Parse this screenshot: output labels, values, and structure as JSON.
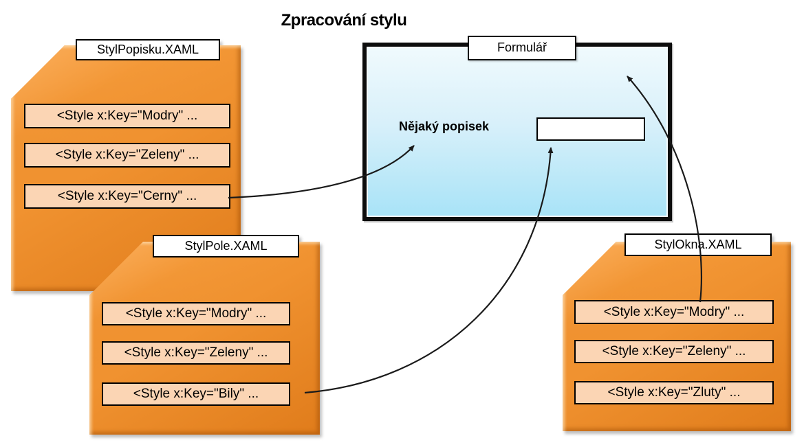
{
  "title": "Zpracování stylu",
  "form": {
    "label": "Formulář",
    "field_label": "Nějaký popisek",
    "input_value": ""
  },
  "documents": [
    {
      "label": "StylPopisku.XAML",
      "styles": [
        "<Style x:Key=\"Modry\" ...",
        "<Style x:Key=\"Zeleny\" ...",
        "<Style x:Key=\"Cerny\" ..."
      ]
    },
    {
      "label": "StylPole.XAML",
      "styles": [
        "<Style x:Key=\"Modry\" ...",
        "<Style x:Key=\"Zeleny\" ...",
        "<Style x:Key=\"Bily\" ..."
      ]
    },
    {
      "label": "StylOkna.XAML",
      "styles": [
        "<Style x:Key=\"Modry\" ...",
        "<Style x:Key=\"Zeleny\" ...",
        "<Style x:Key=\"Zluty\" ..."
      ]
    }
  ],
  "connections": [
    {
      "from": "StylPopisku.XAML style Cerny",
      "to": "Nějaký popisek label"
    },
    {
      "from": "StylPole.XAML style Bily",
      "to": "form input field"
    },
    {
      "from": "StylOkna.XAML style Modry",
      "to": "form window"
    }
  ],
  "colors": {
    "document_fill": "#F09230",
    "document_fill_dark": "#E07C1B",
    "style_row_fill": "#FBD5B4",
    "form_top": "#F0FAFD",
    "form_bottom": "#A8E3F7",
    "border": "#000000",
    "arrow": "#1A1A1A"
  }
}
